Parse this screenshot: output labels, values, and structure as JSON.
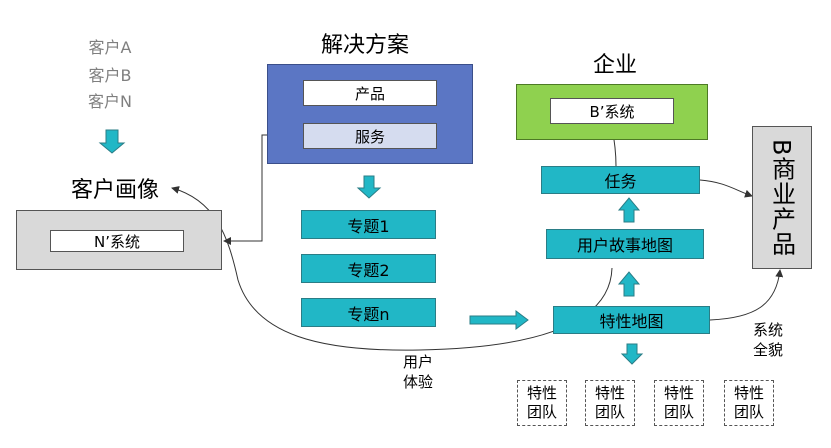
{
  "customers": [
    "客户A",
    "客户B",
    "客户N"
  ],
  "customer_portrait": {
    "title": "客户画像",
    "system": "N’系统"
  },
  "solution": {
    "title": "解决方案",
    "product": "产品",
    "service": "服务"
  },
  "topics": [
    "专题1",
    "专题2",
    "专题n"
  ],
  "enterprise": {
    "title": "企业",
    "system": "B’系统"
  },
  "task": "任务",
  "story_map": "用户故事地图",
  "feature_map": "特性地图",
  "teams": [
    "特性\n团队",
    "特性\n团队",
    "特性\n团队",
    "特性\n团队"
  ],
  "b_product": "B商业产品",
  "system_overview": "系统\n全貌",
  "user_experience": "用户\n体验",
  "colors": {
    "teal": "#21b7c6",
    "solution_blue": "#5b76c4",
    "service_fill": "#d5dcef",
    "enterprise_green": "#8fd14f",
    "portrait_gray": "#d9d9d9",
    "label_gray": "#7f7f7f"
  }
}
